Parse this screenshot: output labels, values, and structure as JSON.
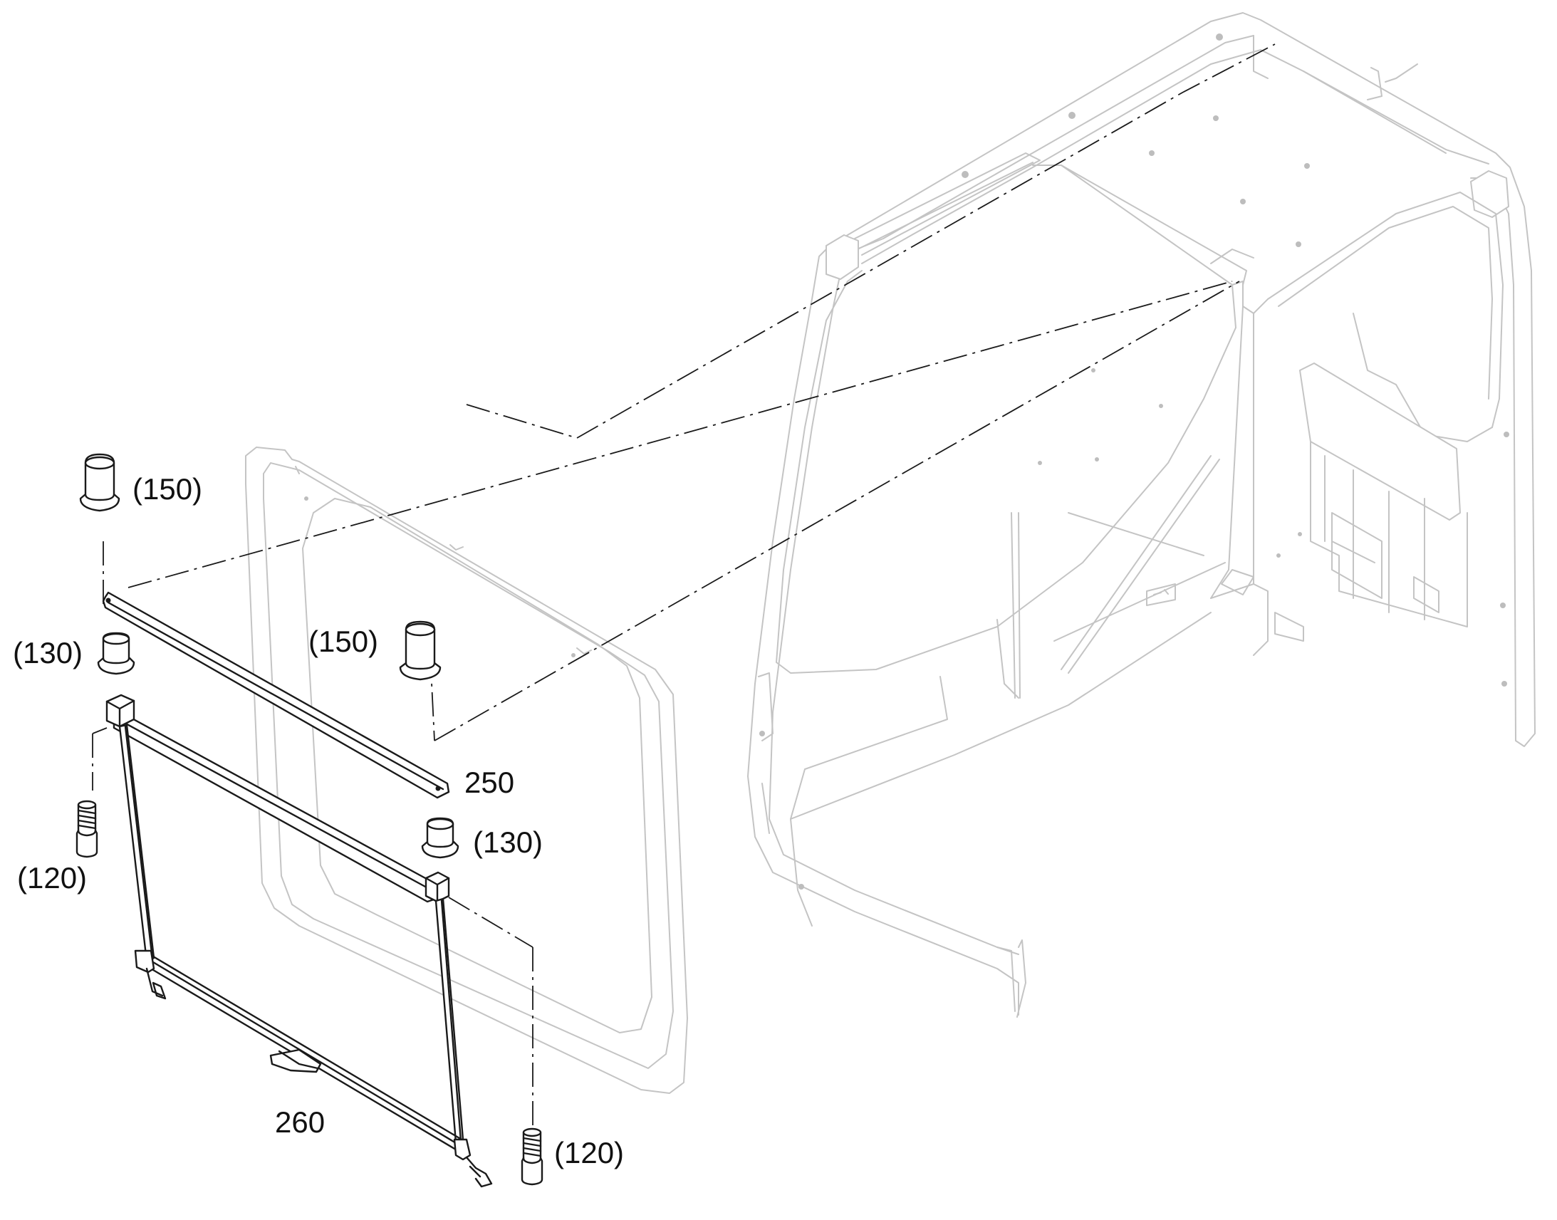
{
  "callouts": {
    "cap_top_left": "(150)",
    "cap_center": "(150)",
    "bushing_left": "(130)",
    "bushing_right": "(130)",
    "bolt_left": "(120)",
    "bolt_right": "(120)",
    "bar_250": "250",
    "shade_260": "260"
  },
  "colors": {
    "line": "#1a1a1a",
    "ghost_line": "#c4c4c4",
    "background": "#ffffff"
  }
}
